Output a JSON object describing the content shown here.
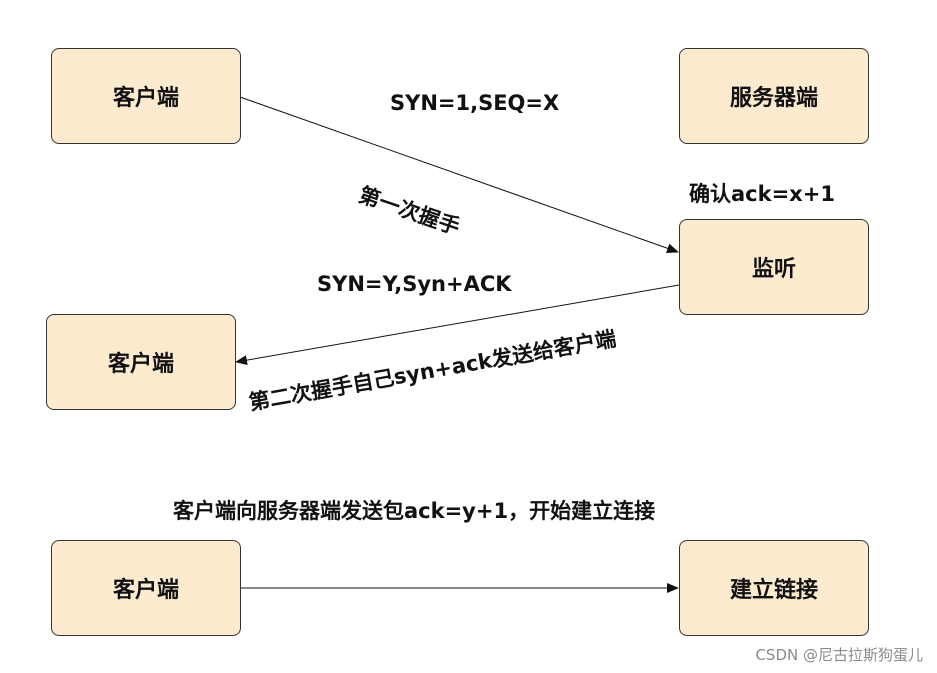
{
  "nodes": {
    "client_1": "客户端",
    "server": "服务器端",
    "listen": "监听",
    "client_2": "客户端",
    "client_3": "客户端",
    "established": "建立链接"
  },
  "labels": {
    "syn_seq": "SYN=1,SEQ=X",
    "first_handshake": "第一次握手",
    "confirm_ack": "确认ack=x+1",
    "syn_y_ack": "SYN=Y,Syn+ACK",
    "second_handshake": "第二次握手自己syn+ack发送给客户端",
    "third_step": "客户端向服务器端发送包ack=y+1，开始建立连接"
  },
  "watermark": "CSDN @尼古拉斯狗蛋儿",
  "colors": {
    "box_fill": "#fdebd0",
    "box_border": "#333333",
    "text": "#111111",
    "watermark": "#8a8a8a"
  }
}
